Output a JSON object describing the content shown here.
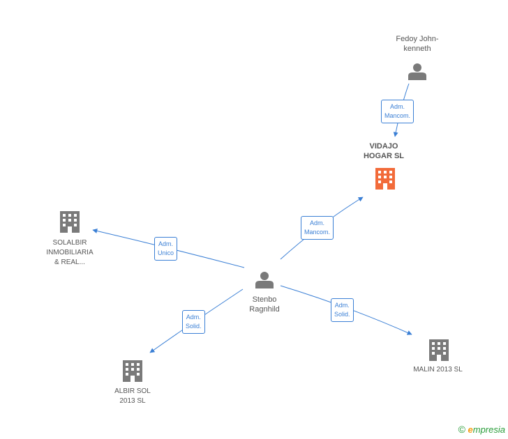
{
  "nodes": {
    "fedoy": {
      "label": "Fedoy John-\nkenneth",
      "type": "person"
    },
    "vidajo": {
      "label": "VIDAJO\nHOGAR SL",
      "type": "company-main"
    },
    "solalbir": {
      "label": "SOLALBIR\nINMOBILIARIA\n& REAL...",
      "type": "company"
    },
    "stenbo": {
      "label": "Stenbo\nRagnhild",
      "type": "person"
    },
    "albir": {
      "label": "ALBIR SOL\n2013  SL",
      "type": "company"
    },
    "malin": {
      "label": "MALIN 2013  SL",
      "type": "company"
    }
  },
  "edges": {
    "fedoy_vidajo": "Adm.\nMancom.",
    "stenbo_vidajo": "Adm.\nMancom.",
    "stenbo_solalbir": "Adm.\nUnico",
    "stenbo_albir": "Adm.\nSolid.",
    "stenbo_malin": "Adm.\nSolid."
  },
  "colors": {
    "edge": "#3a7fd5",
    "node": "#7a7a7a",
    "main_company": "#f26b3a"
  },
  "brand": {
    "copyright": "©",
    "e": "e",
    "rest": "mpresia"
  }
}
